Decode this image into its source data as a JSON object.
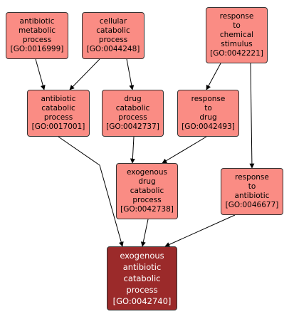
{
  "colors": {
    "node_fill": "#fa8c84",
    "focus_fill": "#9b2a2a",
    "focus_text": "#ffffff",
    "edge": "#000000"
  },
  "nodes": [
    {
      "id": "GO:0016999",
      "label": "antibiotic\nmetabolic\nprocess\n[GO:0016999]"
    },
    {
      "id": "GO:0044248",
      "label": "cellular\ncatabolic\nprocess\n[GO:0044248]"
    },
    {
      "id": "GO:0042221",
      "label": "response\nto\nchemical\nstimulus\n[GO:0042221]"
    },
    {
      "id": "GO:0017001",
      "label": "antibiotic\ncatabolic\nprocess\n[GO:0017001]"
    },
    {
      "id": "GO:0042737",
      "label": "drug\ncatabolic\nprocess\n[GO:0042737]"
    },
    {
      "id": "GO:0042493",
      "label": "response\nto\ndrug\n[GO:0042493]"
    },
    {
      "id": "GO:0042738",
      "label": "exogenous\ndrug\ncatabolic\nprocess\n[GO:0042738]"
    },
    {
      "id": "GO:0046677",
      "label": "response\nto\nantibiotic\n[GO:0046677]"
    },
    {
      "id": "GO:0042740",
      "label": "exogenous\nantibiotic\ncatabolic\nprocess\n[GO:0042740]"
    }
  ],
  "edges": [
    {
      "from": "GO:0016999",
      "to": "GO:0017001"
    },
    {
      "from": "GO:0044248",
      "to": "GO:0017001"
    },
    {
      "from": "GO:0044248",
      "to": "GO:0042737"
    },
    {
      "from": "GO:0042221",
      "to": "GO:0042493"
    },
    {
      "from": "GO:0042221",
      "to": "GO:0046677"
    },
    {
      "from": "GO:0042737",
      "to": "GO:0042738"
    },
    {
      "from": "GO:0042493",
      "to": "GO:0042738"
    },
    {
      "from": "GO:0017001",
      "to": "GO:0042740"
    },
    {
      "from": "GO:0042738",
      "to": "GO:0042740"
    },
    {
      "from": "GO:0046677",
      "to": "GO:0042740"
    }
  ]
}
